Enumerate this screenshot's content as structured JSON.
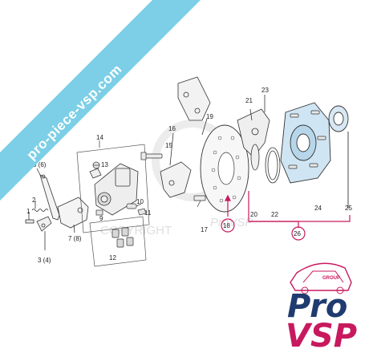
{
  "banner": {
    "text": "pro-piece-vsp.com",
    "color": "#7ccfe6"
  },
  "watermark": {
    "copyright": "COPYRIGHT",
    "brand": "ProVSP"
  },
  "callouts": {
    "c1": "1",
    "c2": "2",
    "c3": "3 (4)",
    "c5": "5 (6)",
    "c7": "7 (8)",
    "c9": "9",
    "c10": "10",
    "c11": "11",
    "c12": "12",
    "c13": "13",
    "c14": "14",
    "c15": "15",
    "c16": "16",
    "c17": "17",
    "c18": "18",
    "c19": "19",
    "c20": "20",
    "c21": "21",
    "c22": "22",
    "c23": "23",
    "c24": "24",
    "c25": "25",
    "c26": "26"
  },
  "highlight_color": "#c8195e",
  "logo": {
    "group": "GROUP",
    "line1": "Pro",
    "line2": "VSP",
    "line1_color": "#1f3b70",
    "line2_color": "#c8195e"
  }
}
